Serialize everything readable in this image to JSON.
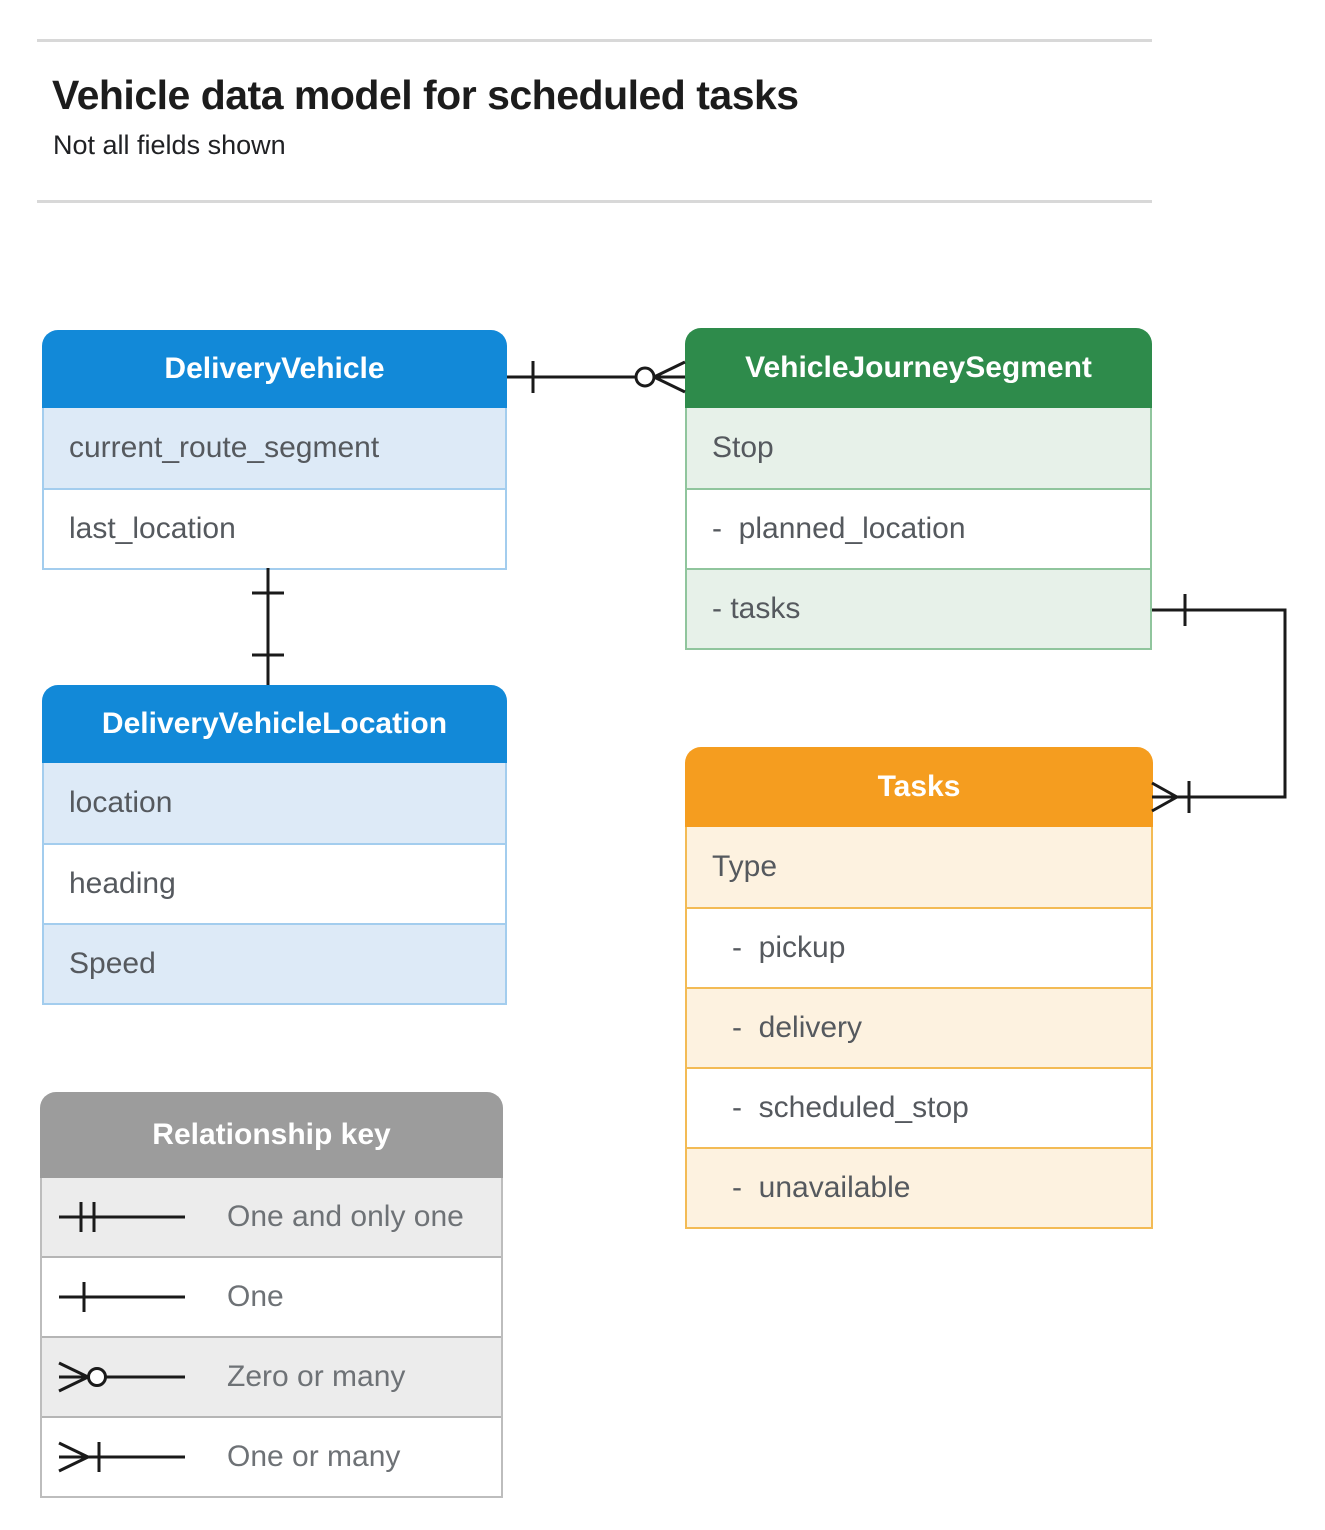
{
  "header": {
    "title": "Vehicle data model for scheduled tasks",
    "subtitle": "Not all fields shown"
  },
  "entities": [
    {
      "name": "DeliveryVehicle",
      "theme": "blue",
      "fields": [
        "current_route_segment",
        "last_location"
      ]
    },
    {
      "name": "VehicleJourneySegment",
      "theme": "green",
      "fields": [
        "Stop",
        "-  planned_location",
        "- tasks"
      ]
    },
    {
      "name": "DeliveryVehicleLocation",
      "theme": "blue",
      "fields": [
        "location",
        "heading",
        "Speed"
      ]
    },
    {
      "name": "Tasks",
      "theme": "orange",
      "fields": [
        "Type",
        "-  pickup",
        "-  delivery",
        "-  scheduled_stop",
        "-  unavailable"
      ]
    }
  ],
  "relationships": [
    {
      "from": "DeliveryVehicle",
      "to": "VehicleJourneySegment",
      "from_cardinality": "one",
      "to_cardinality": "zero-or-many"
    },
    {
      "from": "DeliveryVehicle",
      "to": "DeliveryVehicleLocation",
      "from_cardinality": "one",
      "to_cardinality": "one"
    },
    {
      "from": "VehicleJourneySegment.tasks",
      "to": "Tasks",
      "from_cardinality": "one",
      "to_cardinality": "one-or-many"
    }
  ],
  "legend": {
    "title": "Relationship key",
    "items": [
      {
        "symbol": "one-and-only-one",
        "label": "One and only one"
      },
      {
        "symbol": "one",
        "label": "One"
      },
      {
        "symbol": "zero-or-many",
        "label": "Zero or many"
      },
      {
        "symbol": "one-or-many",
        "label": "One or many"
      }
    ]
  },
  "colors": {
    "blue_header": "#1289d8",
    "green_header": "#2e8b4b",
    "orange_header": "#f59d1f",
    "gray_header": "#9c9c9c",
    "connector_line": "#1a1a1a"
  }
}
